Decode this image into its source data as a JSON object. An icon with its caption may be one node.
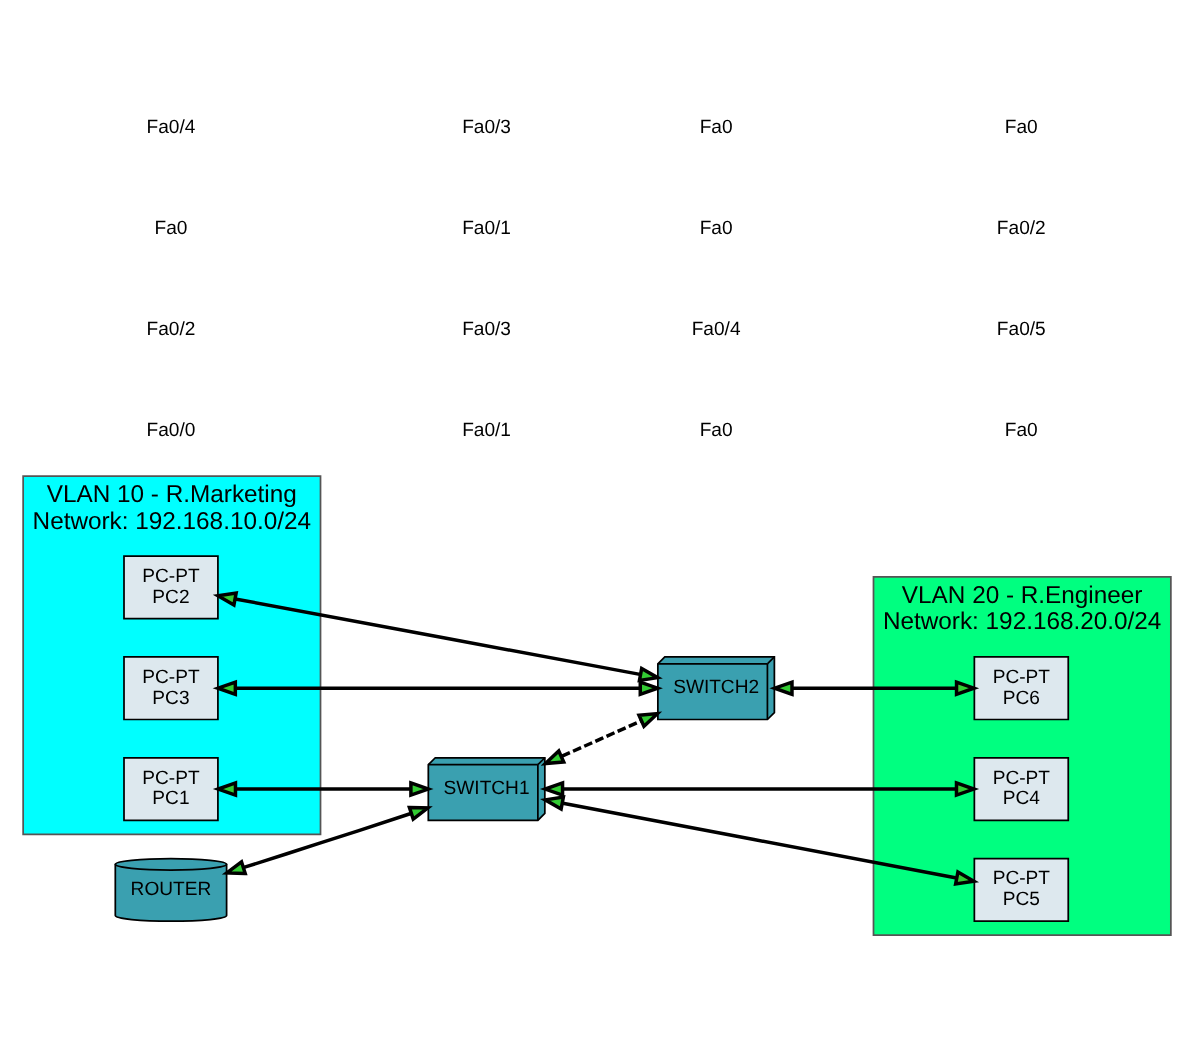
{
  "diagram": {
    "nodes": [
      {
        "text": [
          "ROUTER"
        ]
      },
      {
        "text": [
          "VLAN 10 - R.Marketing",
          "Network: 192.168.10.0/24"
        ]
      },
      {
        "text": [
          "PC-PT",
          "PC1"
        ],
        "in": 1
      },
      {
        "text": [
          "PC-PT",
          "PC2"
        ],
        "in": 1
      },
      {
        "text": [
          "PC-PT",
          "PC3"
        ],
        "in": 1
      },
      {
        "text": [
          "SWITCH1"
        ]
      },
      {
        "text": [
          "SWITCH2"
        ]
      },
      {
        "text": [
          "VLAN 20 - R.Engineer",
          "Network: 192.168.20.0/24"
        ]
      },
      {
        "text": [
          "PC-PT",
          "PC4"
        ],
        "in": 7
      },
      {
        "text": [
          "PC-PT",
          "PC5"
        ],
        "in": 7
      },
      {
        "text": [
          "PC-PT",
          "PC6"
        ],
        "in": 7
      }
    ],
    "edges": [
      {
        "from": 0,
        "to": 5,
        "arrow": "both"
      },
      {
        "from": 2,
        "to": 5,
        "arrow": "both"
      },
      {
        "from": 5,
        "to": 8,
        "arrow": "both"
      },
      {
        "from": 5,
        "to": 9,
        "arrow": "both"
      },
      {
        "from": 5,
        "to": 6,
        "arrow": "both",
        "style": "dashed"
      },
      {
        "from": 3,
        "to": 6,
        "arrow": "both"
      },
      {
        "from": 4,
        "to": 6,
        "arrow": "both"
      },
      {
        "from": 6,
        "to": 10,
        "arrow": "both"
      }
    ],
    "labels": [
      "Fa0/0",
      "Fa0/1",
      "Fa0",
      "Fa0",
      "Fa0/2",
      "Fa0/3",
      "Fa0/4",
      "Fa0/5",
      "Fa0",
      "Fa0/1",
      "Fa0",
      "Fa0/2",
      "Fa0/4",
      "Fa0/3",
      "Fa0",
      "Fa0"
    ]
  }
}
